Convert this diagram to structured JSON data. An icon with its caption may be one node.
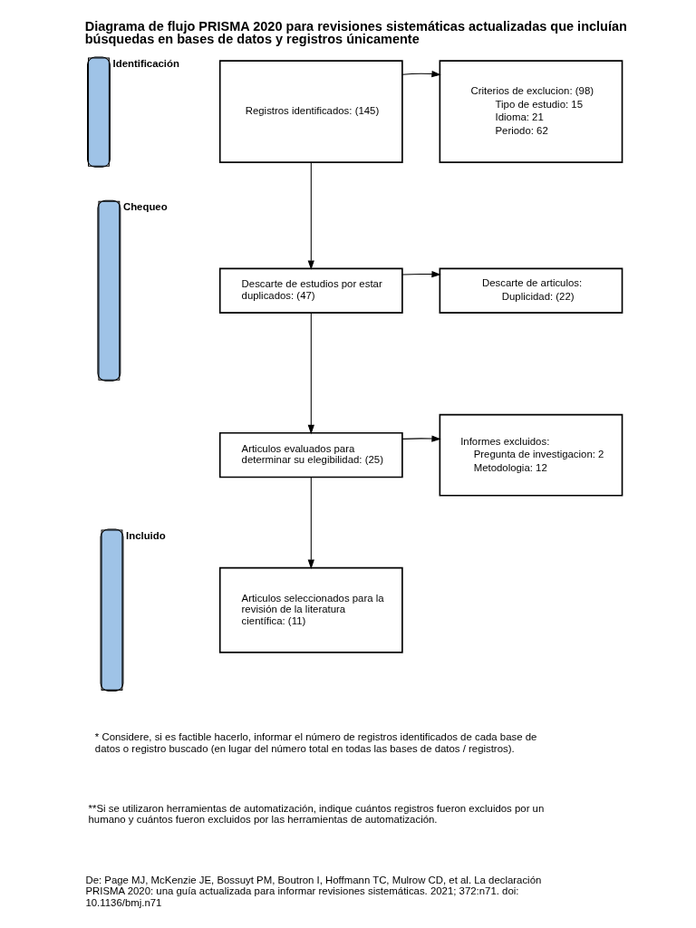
{
  "diagram": {
    "title": "Diagrama de flujo PRISMA 2020 para revisiones sistemáticas actualizadas que incluían búsquedas en bases de datos y registros únicamente",
    "nodes": [
      {
        "text": [
          "Identificación"
        ]
      },
      {
        "text": [
          "Registros identificados: (145)"
        ]
      },
      {
        "text": [
          "Criterios de exclucion: (98)",
          "Tipo de estudio: 15",
          "Idioma: 21",
          "Periodo: 62"
        ]
      },
      {
        "text": [
          "Chequeo"
        ]
      },
      {
        "text": [
          "Descarte de estudios por estar duplicados: (47)"
        ]
      },
      {
        "text": [
          "Descarte de articulos:",
          "Duplicidad: (22)"
        ]
      },
      {
        "text": [
          "Articulos evaluados para determinar su elegibilidad: (25)"
        ]
      },
      {
        "text": [
          "Informes excluidos:",
          "Pregunta de investigacion: 2",
          "Metodologia: 12"
        ]
      },
      {
        "text": [
          "Incluido"
        ]
      },
      {
        "text": [
          "Articulos seleccionados para la revisión de la literatura científica: (11)"
        ]
      }
    ],
    "edges": [
      {
        "from": 1,
        "to": 2,
        "arrow": "to"
      },
      {
        "from": 1,
        "to": 4,
        "arrow": "to"
      },
      {
        "from": 4,
        "to": 5,
        "arrow": "to"
      },
      {
        "from": 4,
        "to": 6,
        "arrow": "to"
      },
      {
        "from": 6,
        "to": 7,
        "arrow": "to"
      },
      {
        "from": 6,
        "to": 9,
        "arrow": "to"
      }
    ],
    "labels": [
      "* Considere, si es factible hacerlo, informar el número de registros identificados de cada base de datos o registro buscado (en lugar del número total en todas las bases de datos / registros).",
      "**Si se utilizaron herramientas de automatización, indique cuántos registros fueron excluidos por un humano y cuántos fueron excluidos por las herramientas de automatización.",
      "De: Page MJ, McKenzie JE, Bossuyt PM, Boutron I, Hoffmann TC, Mulrow CD, et al. La declaración PRISMA 2020: una guía actualizada para informar revisiones sistemáticas. 2021; 372:n71. doi: 10.1136/bmj.n71"
    ]
  }
}
